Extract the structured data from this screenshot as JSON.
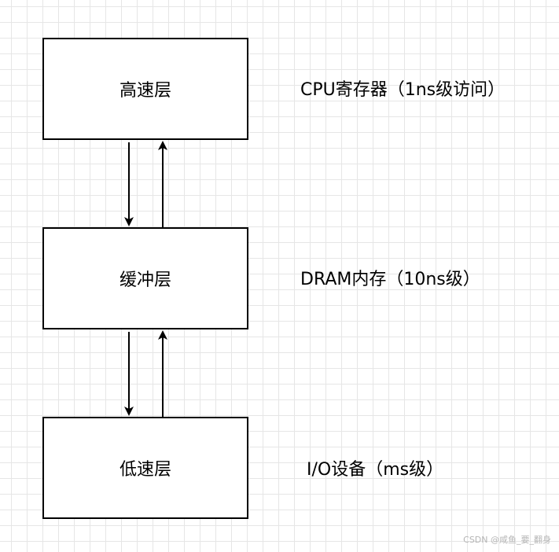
{
  "diagram": {
    "boxes": [
      {
        "id": "high",
        "label": "高速层"
      },
      {
        "id": "buffer",
        "label": "缓冲层"
      },
      {
        "id": "low",
        "label": "低速层"
      }
    ],
    "side_labels": {
      "high": "CPU寄存器（1ns级访问）",
      "buffer": "DRAM内存（10ns级）",
      "low": "I/O设备（ms级）"
    },
    "connections": [
      {
        "from": "high",
        "to": "buffer",
        "direction": "down"
      },
      {
        "from": "buffer",
        "to": "high",
        "direction": "up"
      },
      {
        "from": "buffer",
        "to": "low",
        "direction": "down"
      },
      {
        "from": "low",
        "to": "buffer",
        "direction": "up"
      }
    ]
  },
  "watermark": "CSDN @咸鱼_要_翻身",
  "colors": {
    "stroke": "#000000",
    "grid": "#e6e6e6",
    "background": "#ffffff",
    "watermark": "#b5b5b5"
  }
}
